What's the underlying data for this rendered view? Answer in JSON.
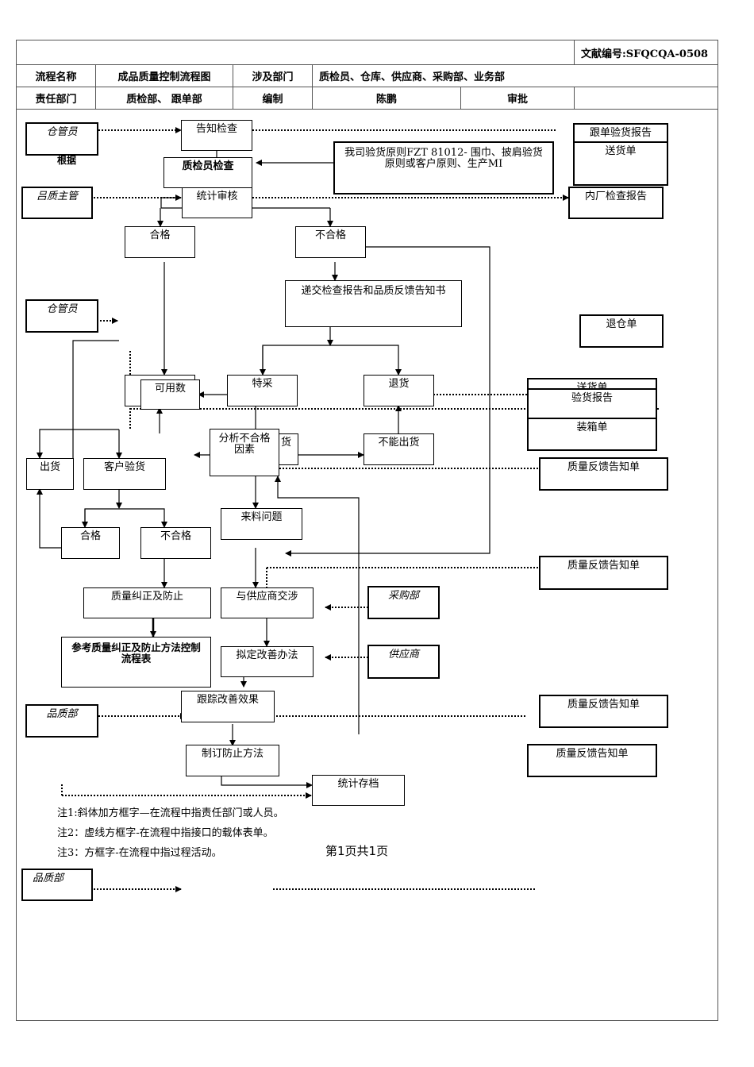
{
  "header": {
    "doc_number": "文献编号:SFQCQA-0508",
    "process_name_label": "流程名称",
    "process_name": "成品质量控制流程图",
    "dept_label": "涉及部门",
    "depts": "质检员、仓库、供应商、采购部、业务部",
    "resp_label": "责任部门",
    "resp": "质检部、 跟单部",
    "author_label": "编制",
    "author": "陈鹏",
    "approve_label": "审批",
    "approve": ""
  },
  "flow": {
    "warehouse_keeper": "仓管员",
    "basis": "根据",
    "notify_check": "告知检查",
    "follow_report": "跟单验货报告",
    "delivery_note": "送货单",
    "principle": "我司验货原则FZT 81012- 围巾、披肩验货原则或客户原则、生产MI",
    "inspector_check": "质检员检查",
    "qa_supervisor": "吕质主管",
    "stat_review": "统计审核",
    "factory_report": "内厂检查报告",
    "pass": "合格",
    "fail": "不合格",
    "submit_report": "递交检查报告和品质反馈告知书",
    "warehouse_keeper2": "仓管员",
    "return_warehouse": "退仓单",
    "usable_qty": "可用数",
    "special_pick": "特采",
    "return_goods": "退货",
    "delivery_note2": "送货单",
    "inspection_report": "验货报告",
    "packing_list": "装箱单",
    "analyze": "分析不合格因素",
    "hidden_char": "货",
    "cannot_ship": "不能出货",
    "ship": "出货",
    "customer_check": "客户验货",
    "feedback1": "质量反馈告知单",
    "material_issue": "来料问题",
    "pass2": "合格",
    "fail2": "不合格",
    "feedback2": "质量反馈告知单",
    "correct_prevent": "质量纠正及防止",
    "negotiate": "与供应商交涉",
    "purchasing": "采购部",
    "ref_method": "参考质量纠正及防止方法控制流程表",
    "improve_plan": "拟定改善办法",
    "supplier": "供应商",
    "qa_dept": "品质部",
    "track_effect": "跟踪改善效果",
    "feedback3": "质量反馈告知单",
    "prevent_method": "制订防止方法",
    "feedback4": "质量反馈告知单",
    "archive": "统计存档",
    "qa_dept2": "品质部"
  },
  "notes": {
    "n1": "注1:斜体加方框字—在流程中指责任部门或人员。",
    "n2": "注2：虚线方框字-在流程中指接口的载体表单。",
    "n3": "注3：方框字-在流程中指过程活动。",
    "page": "第1页共1页"
  }
}
